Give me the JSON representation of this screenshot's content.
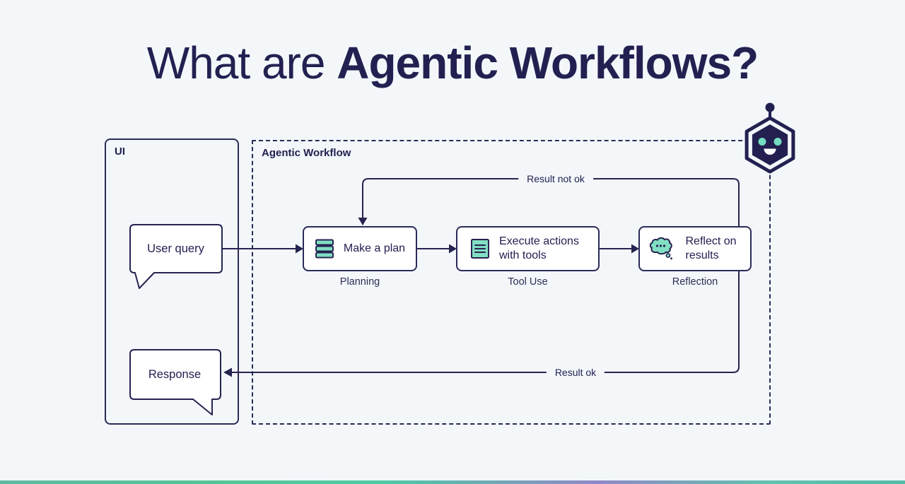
{
  "page": {
    "background": "#f3f7fa",
    "navy": "#232051",
    "teal": "#82dfc4"
  },
  "title": {
    "regular": "What are ",
    "bold": "Agentic Workflows?"
  },
  "ui_panel": {
    "label": "UI",
    "bubbles": [
      {
        "text": "User query"
      },
      {
        "text": "Response"
      }
    ]
  },
  "workflow_panel": {
    "label": "Agentic Workflow",
    "steps": [
      {
        "text": "Make a plan",
        "caption": "Planning",
        "icon": "stacked-list-icon"
      },
      {
        "text": "Execute actions with tools",
        "caption": "Tool Use",
        "icon": "document-icon"
      },
      {
        "text": "Reflect on results",
        "caption": "Reflection",
        "icon": "thought-bubble-icon"
      }
    ],
    "edges": [
      {
        "label": "Result not ok"
      },
      {
        "label": "Result ok"
      }
    ],
    "mascot": "robot-icon"
  }
}
